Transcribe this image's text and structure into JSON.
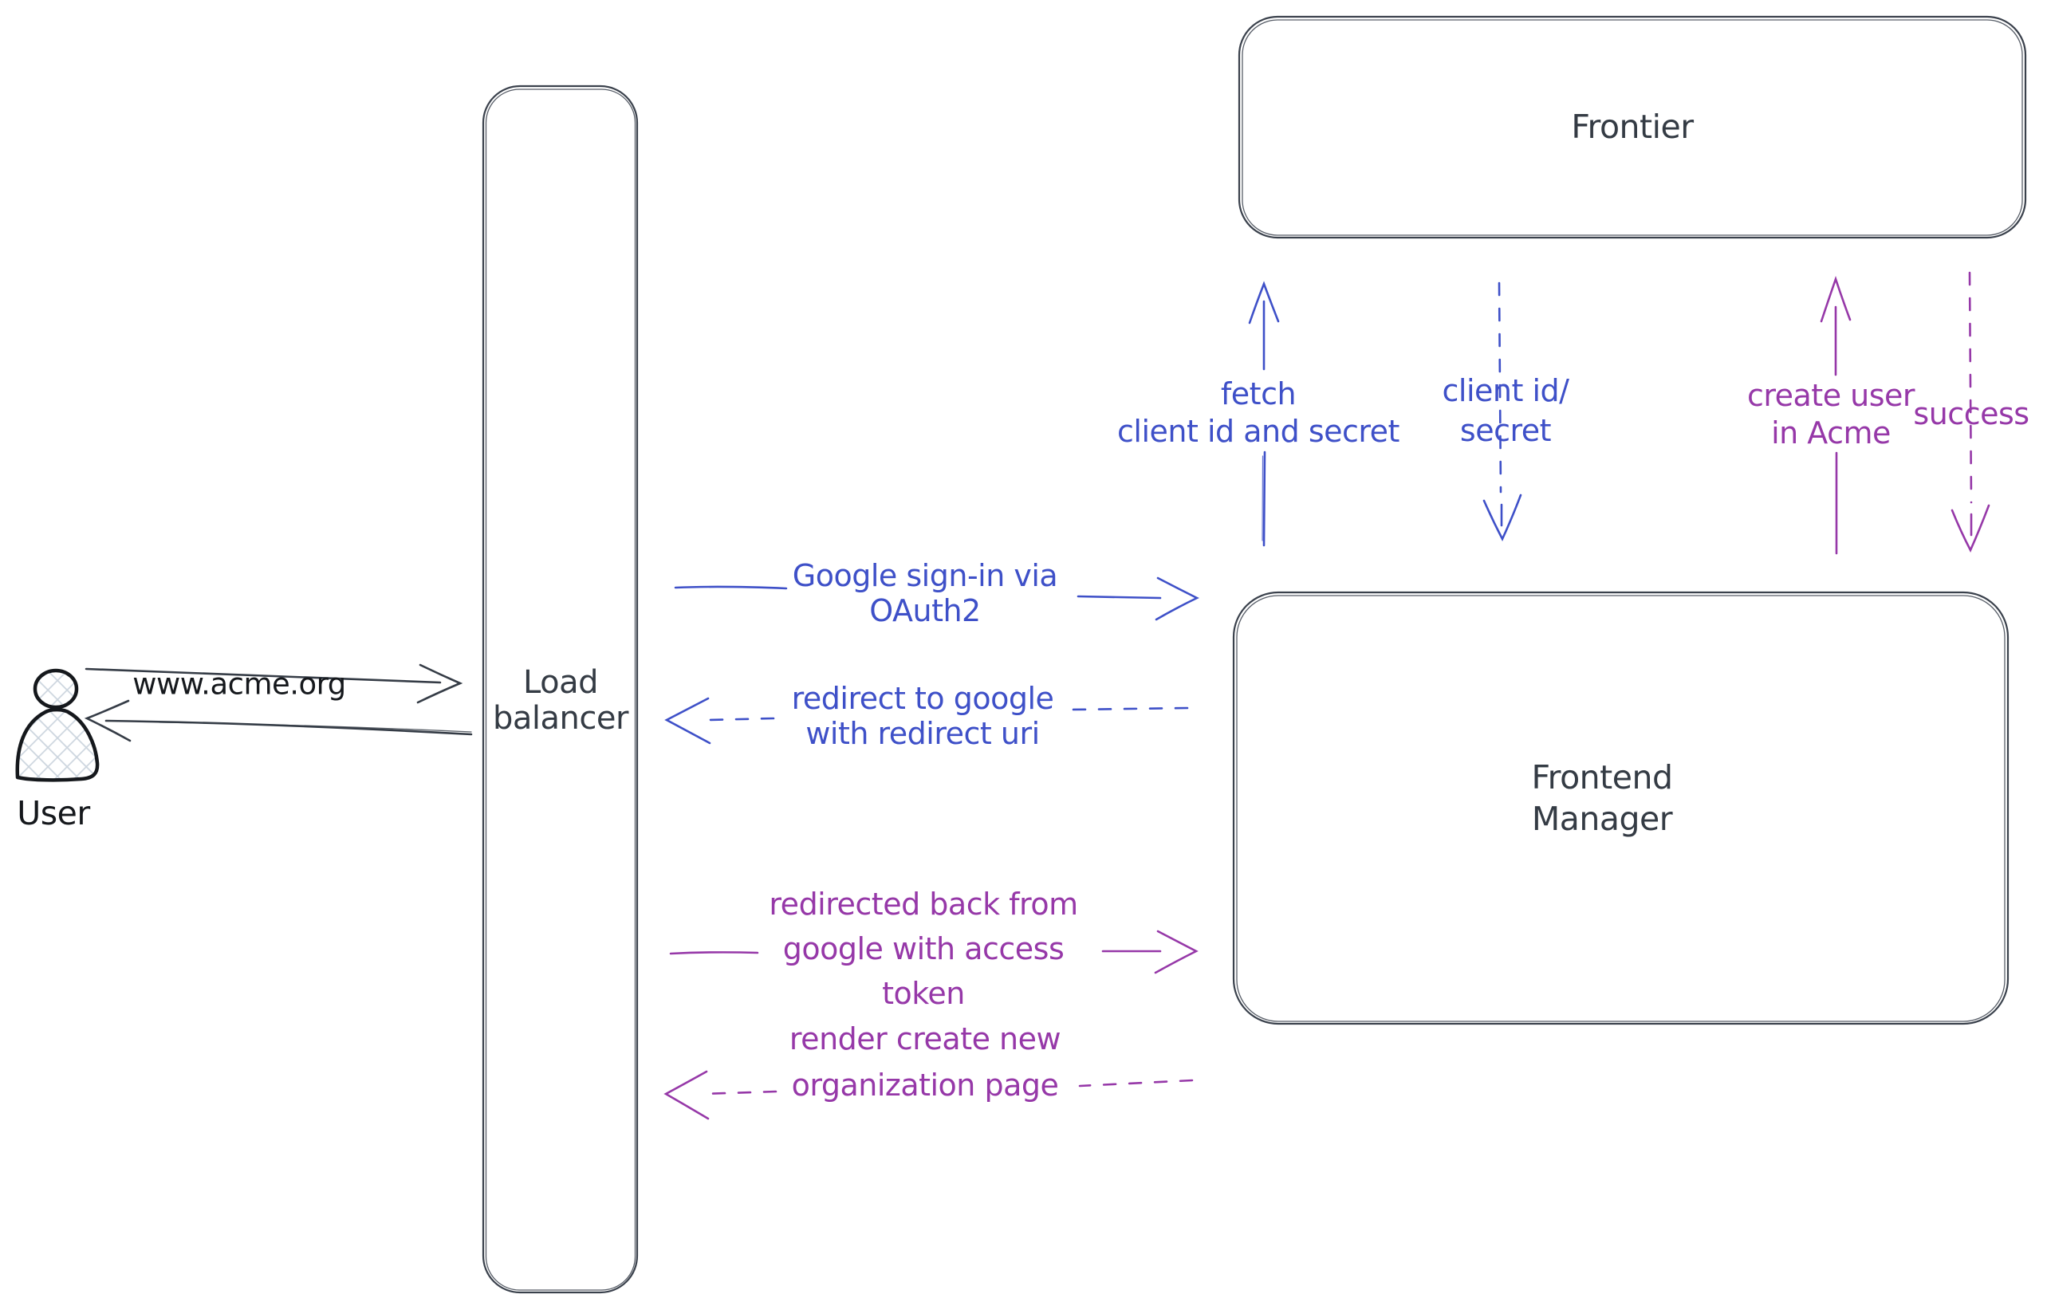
{
  "diagram": {
    "type": "hand-drawn architecture / sequence flow diagram",
    "colors": {
      "ink_black": "#15181c",
      "box_stroke": "#3a414c",
      "blue_flow": "#3e50c8",
      "purple_flow": "#9638a8",
      "figure_hatch_fill": "#ccd5de",
      "background": "#ffffff"
    },
    "nodes": {
      "user": {
        "label": "User"
      },
      "load_balancer": {
        "line1": "Load",
        "line2": "balancer"
      },
      "frontier": {
        "label": "Frontier"
      },
      "frontend_manager": {
        "line1": "Frontend",
        "line2": "Manager"
      }
    },
    "edges": {
      "acme_request": {
        "label": "www.acme.org",
        "from": "user",
        "to": "load_balancer",
        "style": "solid",
        "direction": "right",
        "color": "#353c46"
      },
      "response_to_user": {
        "label": "",
        "from": "load_balancer",
        "to": "user",
        "style": "solid",
        "direction": "left",
        "color": "#353c46"
      },
      "google_signin": {
        "line1": "Google sign-in via",
        "line2": "OAuth2",
        "from": "load_balancer",
        "to": "frontend_manager",
        "style": "solid",
        "direction": "right",
        "color": "#3e50c8"
      },
      "redirect_to_google": {
        "line1": "redirect to google",
        "line2": "with redirect uri",
        "from": "frontend_manager",
        "to": "load_balancer",
        "style": "dashed",
        "direction": "left",
        "color": "#3e50c8"
      },
      "fetch_client_secret": {
        "line1": "fetch",
        "line2": "client id and secret",
        "from": "frontend_manager",
        "to": "frontier",
        "style": "solid",
        "direction": "up",
        "color": "#3e50c8"
      },
      "client_id_secret": {
        "line1": "client id/",
        "line2": "secret",
        "from": "frontier",
        "to": "frontend_manager",
        "style": "dashed",
        "direction": "down",
        "color": "#3e50c8"
      },
      "create_user": {
        "line1": "create user",
        "line2": "in Acme",
        "from": "frontend_manager",
        "to": "frontier",
        "style": "solid",
        "direction": "up",
        "color": "#9638a8"
      },
      "success": {
        "label": "success",
        "from": "frontier",
        "to": "frontend_manager",
        "style": "dashed",
        "direction": "down",
        "color": "#9638a8"
      },
      "redirected_back": {
        "line1": "redirected back from",
        "line2": "google with access",
        "line3": "token",
        "from": "load_balancer",
        "to": "frontend_manager",
        "style": "solid",
        "direction": "right",
        "color": "#9638a8"
      },
      "render_org_page": {
        "line1": "render create new",
        "line2": "organization page",
        "from": "frontend_manager",
        "to": "load_balancer",
        "style": "dashed",
        "direction": "left",
        "color": "#9638a8"
      }
    }
  }
}
